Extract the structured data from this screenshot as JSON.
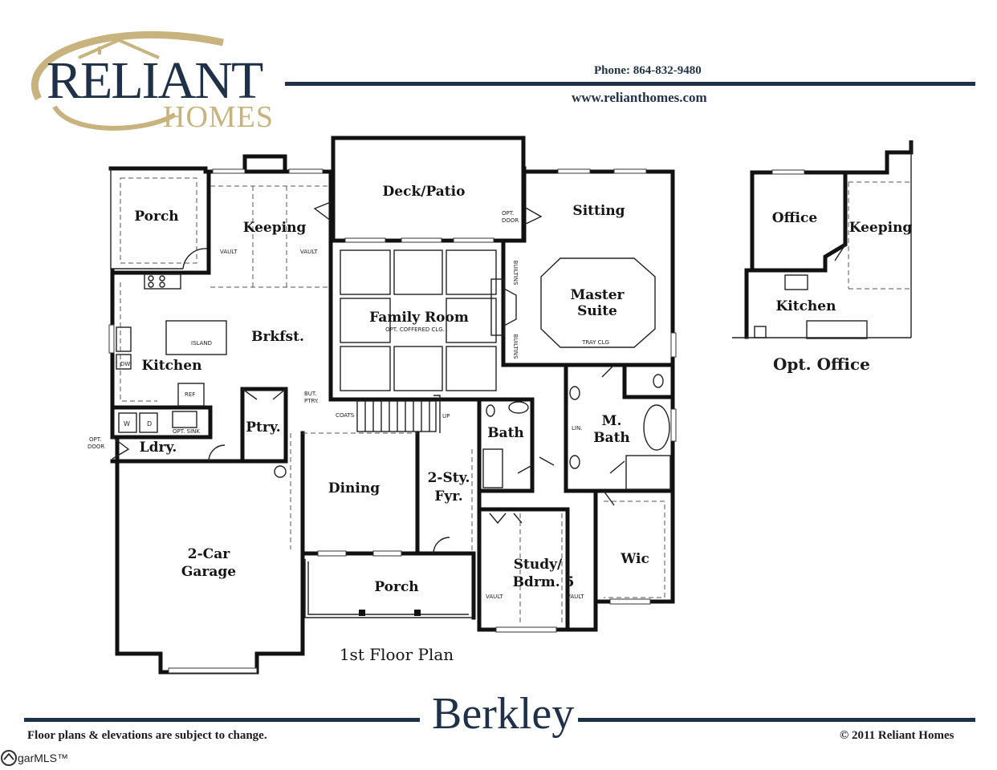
{
  "brand": {
    "name_line1": "RELIANT",
    "name_line2": "HOMES",
    "navy": "#1f3049",
    "gold": "#c8b27e"
  },
  "contact": {
    "phone": "Phone:  864-832-9480",
    "website": "www.relianthomes.com"
  },
  "plan": {
    "caption": "1st Floor Plan",
    "rooms": {
      "porch_rear": "Porch",
      "keeping": "Keeping",
      "deck": "Deck/Patio",
      "sitting": "Sitting",
      "master_line1": "Master",
      "master_line2": "Suite",
      "family": "Family Room",
      "kitchen": "Kitchen",
      "brkfst": "Brkfst.",
      "bath": "Bath",
      "mbath_line1": "M.",
      "mbath_line2": "Bath",
      "ldry": "Ldry.",
      "ptry": "Ptry.",
      "dining": "Dining",
      "foyer_line1": "2-Sty.",
      "foyer_line2": "Fyr.",
      "garage_line1": "2-Car",
      "garage_line2": "Garage",
      "porch_front": "Porch",
      "study_line1": "Study/",
      "study_line2": "Bdrm. 5",
      "wic": "Wic"
    },
    "notes": {
      "vault": "VAULT",
      "opt_door_line1": "OPT.",
      "opt_door_line2": "DOOR",
      "builtins": "BUILTINS",
      "coffered": "OPT. COFFERED CLG.",
      "tray": "TRAY CLG",
      "island": "ISLAND",
      "dw": "DW",
      "ref": "REF",
      "but_ptry_line1": "BUT.",
      "but_ptry_line2": "PTRY.",
      "coats": "COATS",
      "up": "UP",
      "lin": "LIN.",
      "w": "W",
      "d": "D",
      "opt_sink": "OPT. SINK"
    }
  },
  "option": {
    "title": "Opt. Office",
    "office": "Office",
    "keeping": "Keeping",
    "kitchen": "Kitchen"
  },
  "footer": {
    "plan_name": "Berkley",
    "disclaimer": "Floor plans & elevations are subject to change.",
    "copyright": "© 2011 Reliant Homes",
    "mls_mark": "garMLS™"
  }
}
